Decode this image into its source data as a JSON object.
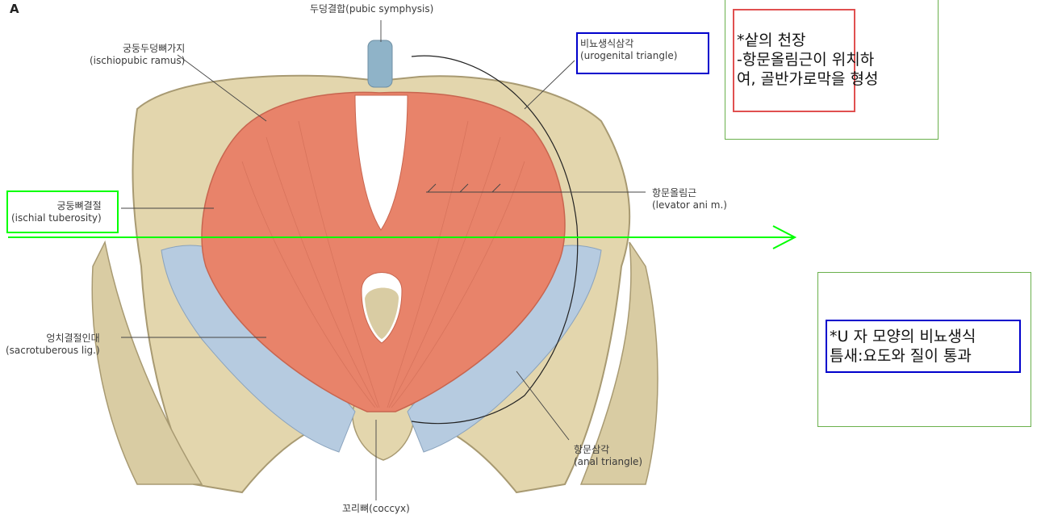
{
  "figure": {
    "panel_letter": "A",
    "labels": {
      "pubic_symphysis": "두덩결합(pubic symphysis)",
      "ischiopubic_ramus": {
        "ko": "궁둥두덩뼈가지",
        "en": "(ischiopubic ramus)"
      },
      "urogenital_triangle": {
        "ko": "비뇨생식삼각",
        "en": "(urogenital triangle)"
      },
      "ischial_tuberosity": {
        "ko": "궁둥뼈결절",
        "en": "(ischial tuberosity)"
      },
      "levator_ani": {
        "ko": "항문올림근",
        "en": "(levator ani m.)"
      },
      "sacrotuberous_lig": {
        "ko": "엉치결절인대",
        "en": "(sacrotuberous lig.)"
      },
      "anal_triangle": {
        "ko": "항문삼각",
        "en": "(anal triangle)"
      },
      "coccyx": "꼬리뼈(coccyx)"
    }
  },
  "notes": {
    "top_right": {
      "lines": [
        "*샅의 천장",
        "-항문올림근이 위치하",
        "여, 골반가로막을 형성"
      ]
    },
    "bottom_right": {
      "lines": [
        "*U 자 모양의 비뇨생식",
        "틈새:요도와 질이 통과"
      ]
    }
  },
  "colors": {
    "bone": "#e3d6ad",
    "muscle": "#e8836a",
    "ligament": "#b6cbe0",
    "green_annotation": "#00ff00",
    "blue_annotation": "#0000cc",
    "red_annotation": "#e05050",
    "note_border_green": "#6ab04c"
  }
}
